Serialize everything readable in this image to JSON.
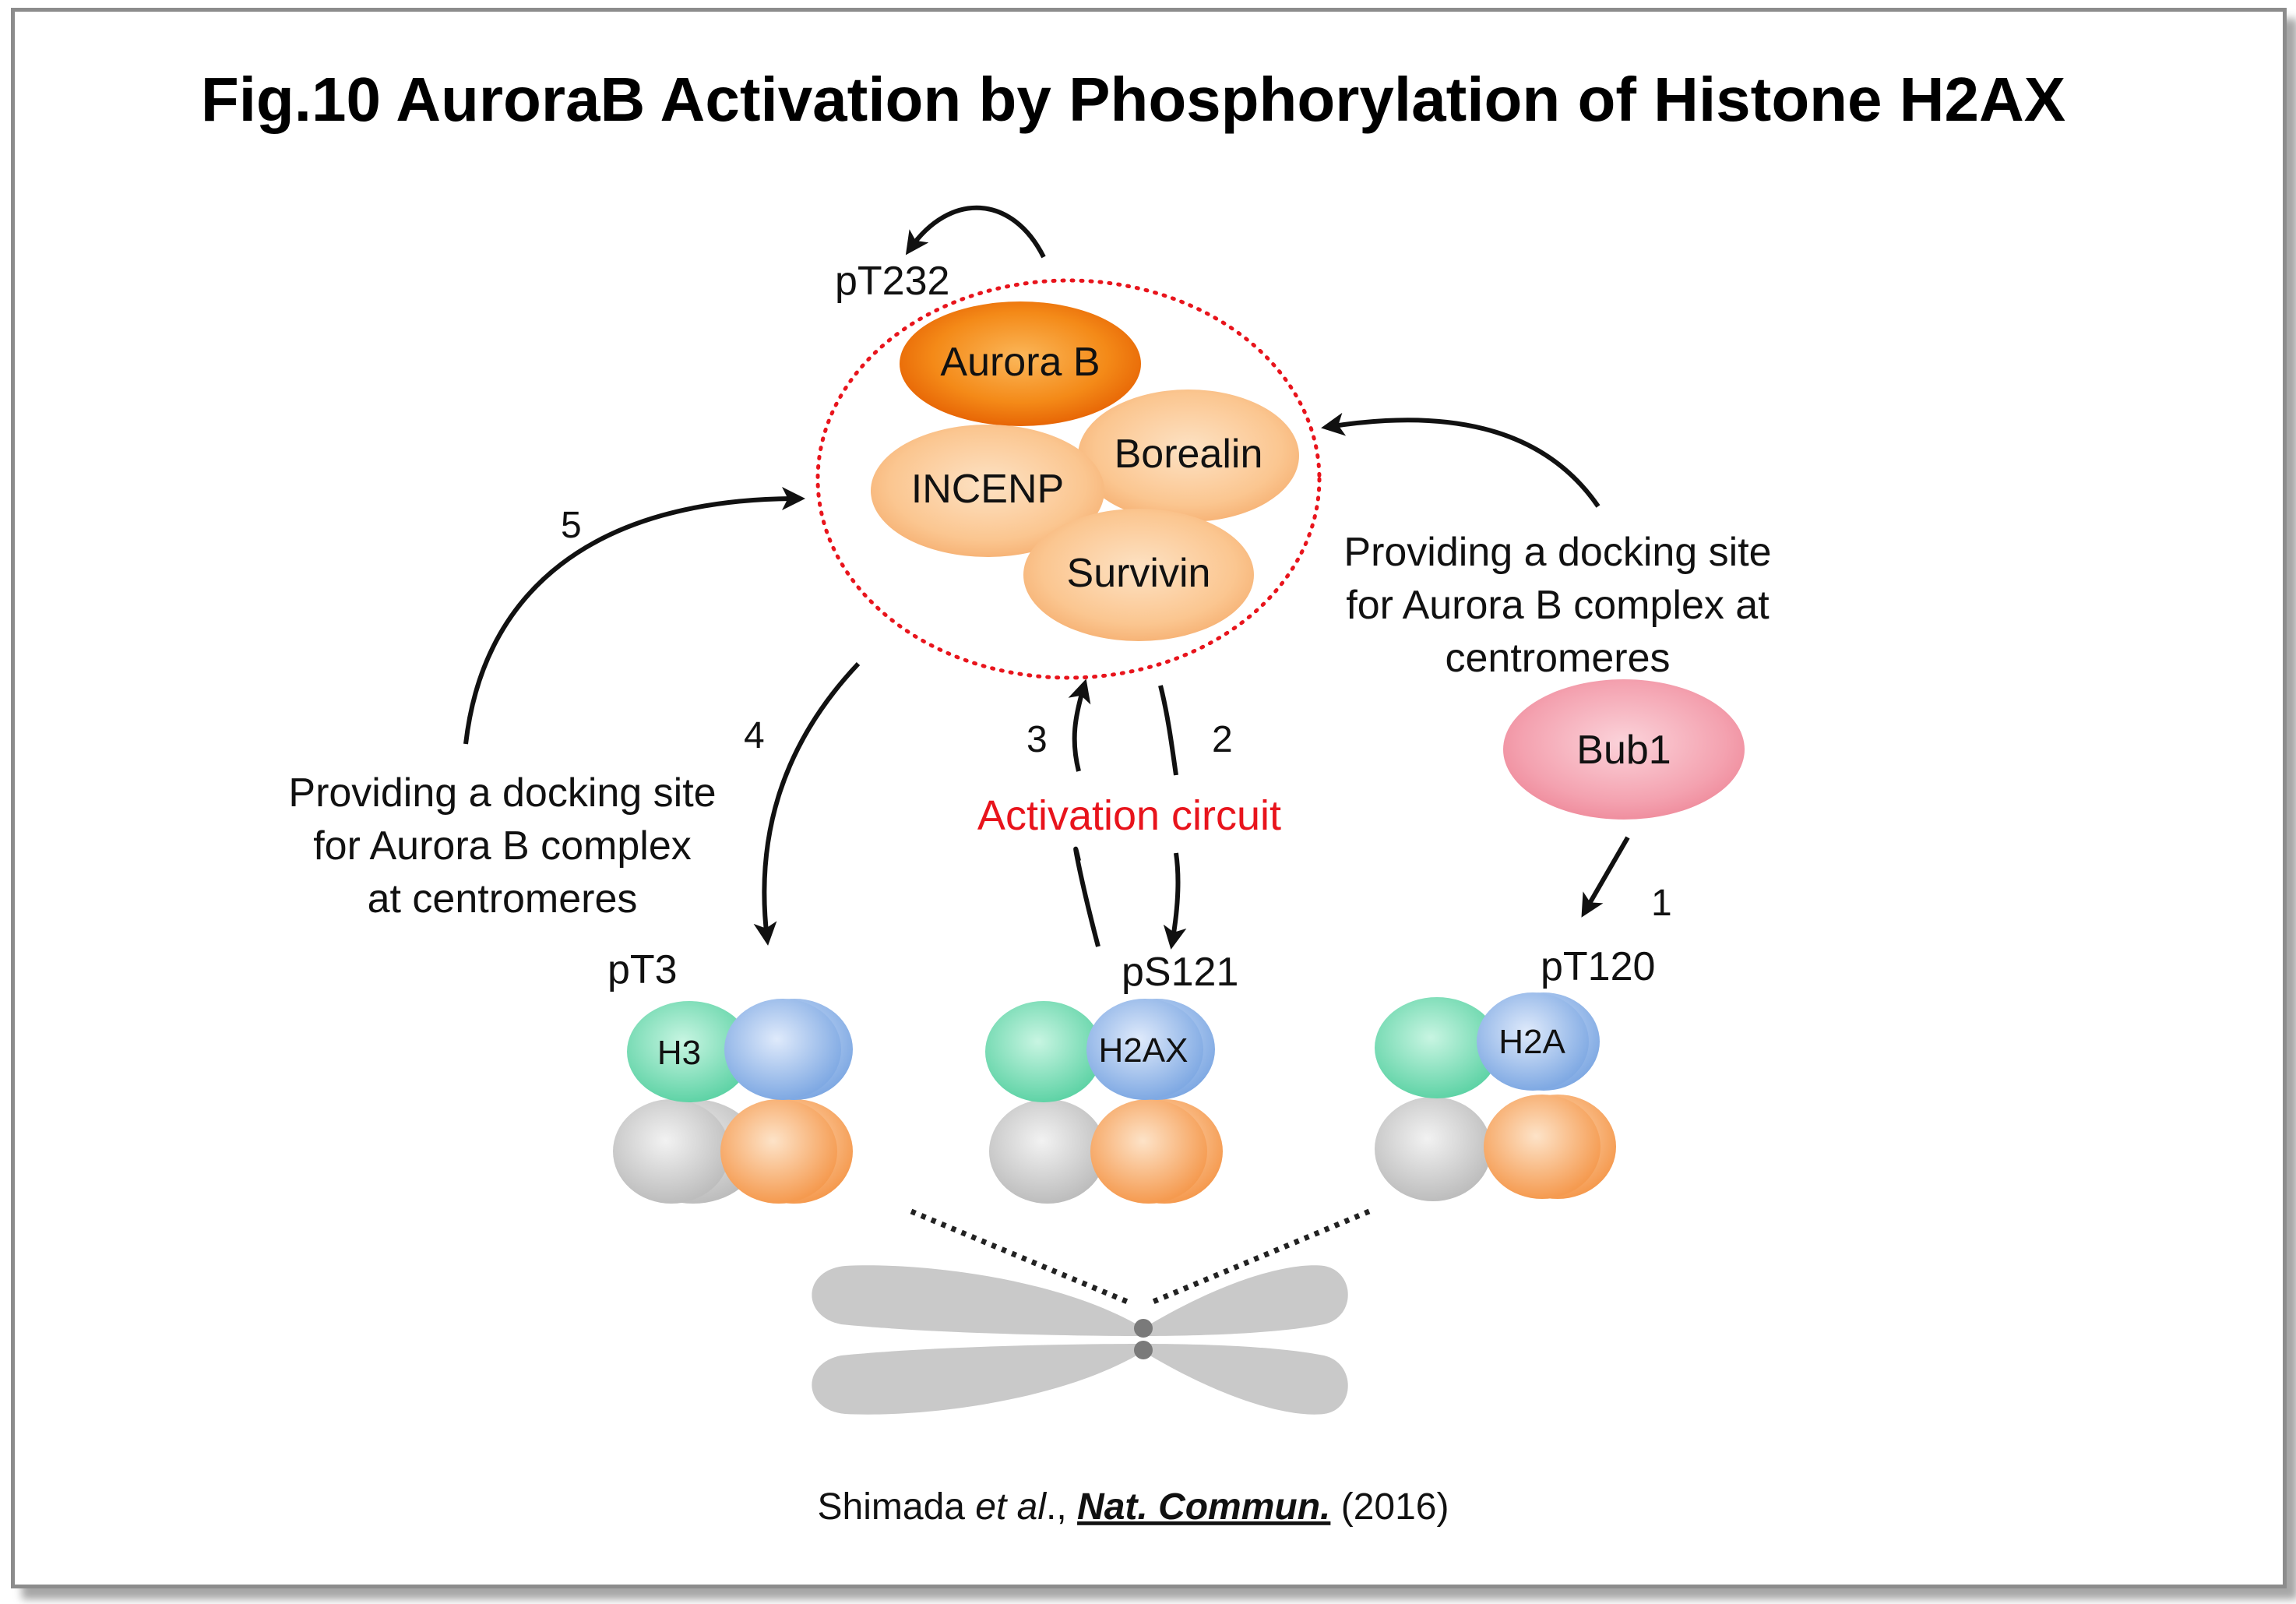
{
  "title": "Fig.10 AuroraB Activation by Phosphorylation of Histone H2AX",
  "complex": {
    "site_label": "pT232",
    "aurora_b": "Aurora B",
    "incenp": "INCENP",
    "borealin": "Borealin",
    "survivin": "Survivin"
  },
  "steps": {
    "s1": "1",
    "s2": "2",
    "s3": "3",
    "s4": "4",
    "s5": "5"
  },
  "left_note": {
    "line1": "Providing a docking site",
    "line2": "for Aurora B complex",
    "line3": "at centromeres"
  },
  "right_note": {
    "line1": "Providing a docking site",
    "line2": "for Aurora B complex at",
    "line3": "centromeres"
  },
  "activation_circuit": "Activation circuit",
  "bub1": "Bub1",
  "nucleosomes": {
    "left": {
      "site": "pT3",
      "histone": "H3"
    },
    "middle": {
      "site": "pS121",
      "histone": "H2AX"
    },
    "right": {
      "site": "pT120",
      "histone": "H2A"
    }
  },
  "citation": {
    "authors": "Shimada ",
    "etal": "et al",
    "sep": "., ",
    "journal": "Nat. Commun.",
    "year": " (2016)"
  },
  "colors": {
    "aurora_b": "#f07a10",
    "cpc_subunit": "#fbc38f",
    "bub1": "#f4a0ae",
    "circuit_red": "#e8141c",
    "green_histone": "#6fd9b0",
    "blue_histone": "#8fb8ea",
    "grey_histone": "#cfcfcf",
    "orange_histone": "#f9a866"
  }
}
